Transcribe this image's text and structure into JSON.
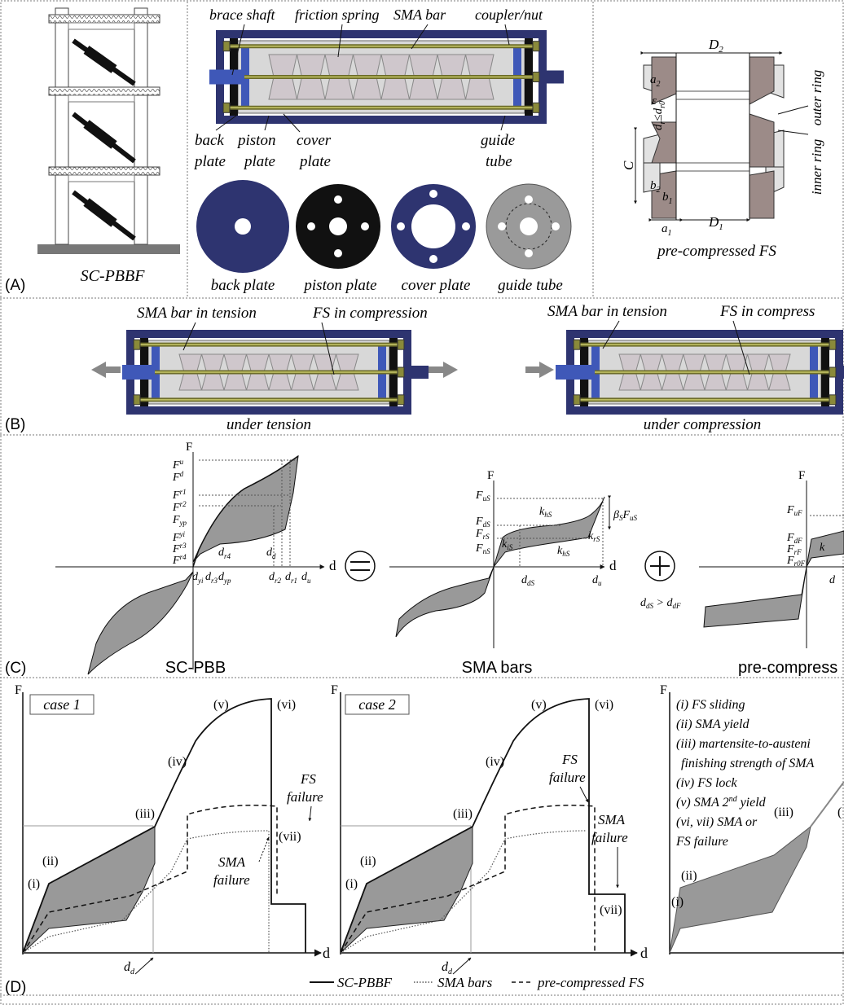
{
  "panels": {
    "A": {
      "tag": "(A)",
      "frame_caption": "SC-PBBF",
      "callouts": {
        "brace_shaft": "brace shaft",
        "friction_spring": "friction spring",
        "sma_bar": "SMA bar",
        "coupler_nut": "coupler/nut",
        "back_plate_1": "back",
        "back_plate_2": "plate",
        "piston_plate_1": "piston",
        "piston_plate_2": "plate",
        "cover_plate_1": "cover",
        "cover_plate_2": "plate",
        "guide_tube_1": "guide",
        "guide_tube_2": "tube"
      },
      "plates": [
        "back plate",
        "piston plate",
        "cover plate",
        "guide tube"
      ],
      "fs_detail": {
        "caption": "pre-compressed FS",
        "outer_ring": "outer ring",
        "inner_ring": "inner ring",
        "D2": "D",
        "D2_sub": "2",
        "D1": "D",
        "D1_sub": "1",
        "a2": "a",
        "a2_sub": "2",
        "a1": "a",
        "a1_sub": "1",
        "b2": "b",
        "b2_sub": "2",
        "b1": "b",
        "b1_sub": "1",
        "eps": "ε",
        "C": "C",
        "dr_label": "d",
        "dr_sub": "r",
        "dr0_sub": "r0",
        "leq": "≤"
      }
    },
    "B": {
      "tag": "(B)",
      "left": {
        "sma": "SMA bar in tension",
        "fs": "FS in compression",
        "caption": "under tension"
      },
      "right": {
        "sma": "SMA bar in tension",
        "fs": "FS in compress",
        "caption": "under compression"
      }
    },
    "C": {
      "tag": "(C)",
      "captions": [
        "SC-PBB",
        "SMA bars",
        "pre-compress"
      ],
      "axis_F": "F",
      "axis_d": "d",
      "condition": "d",
      "condition_sub1": "dS",
      "condition_gt": " > d",
      "condition_sub2": "dF",
      "pbb_labels": {
        "Fu": "F",
        "Fu_s": "u",
        "Fd": "F",
        "Fd_s": "d",
        "Fr1": "F",
        "Fr1_s": "r1",
        "Fr2": "F",
        "Fr2_s": "r2",
        "Fyp": "F",
        "Fyp_s": "yp",
        "Fyi": "F",
        "Fyi_s": "yi",
        "Fr3": "F",
        "Fr3_s": "r3",
        "Fr4": "F",
        "Fr4_s": "r4",
        "dyi": "d",
        "dyi_s": "yi",
        "dr3": "d",
        "dr3_s": "r3",
        "dyp": "d",
        "dyp_s": "yp",
        "dr4": "d",
        "dr4_s": "r4",
        "dd": "d",
        "dd_s": "d",
        "dr2": "d",
        "dr2_s": "r2",
        "dr1": "d",
        "dr1_s": "r1",
        "du": "d",
        "du_s": "u"
      },
      "sma_labels": {
        "FuS": "F",
        "FuS_s": "uS",
        "FdS": "F",
        "FdS_s": "dS",
        "FrS": "F",
        "FrS_s": "rS",
        "FnS": "F",
        "FnS_s": "nS",
        "khS": "k",
        "khS_s": "hS",
        "krS": "k",
        "krS_s": "rS",
        "kiS": "k",
        "kiS_s": "iS",
        "khS2": "k",
        "khS2_s": "hS",
        "ddS": "d",
        "ddS_s": "dS",
        "du": "d",
        "du_s": "u",
        "beta": "β",
        "beta_s": "S",
        "beta_F": "F",
        "beta_F_s": "uS"
      },
      "fs_labels": {
        "FuF": "F",
        "FuF_s": "uF",
        "FdF": "F",
        "FdF_s": "dF",
        "FrF": "F",
        "FrF_s": "rF",
        "Fr0F": "F",
        "Fr0F_s": "r0F",
        "k": "k",
        "dd": "d"
      }
    },
    "D": {
      "tag": "(D)",
      "axis_F": "F",
      "axis_d": "d",
      "case1": {
        "title": "case 1",
        "labels": [
          "(i)",
          "(ii)",
          "(iii)",
          "(iv)",
          "(v)",
          "(vi)",
          "(vii)"
        ],
        "fs_failure_1": "FS",
        "fs_failure_2": "failure",
        "sma_failure_1": "SMA",
        "sma_failure_2": "failure",
        "dd": "d",
        "dd_s": "d"
      },
      "case2": {
        "title": "case 2",
        "labels": [
          "(i)",
          "(ii)",
          "(iii)",
          "(iv)",
          "(v)",
          "(vi)",
          "(vii)"
        ],
        "fs_failure_1": "FS",
        "fs_failure_2": "failure",
        "sma_failure_1": "SMA",
        "sma_failure_2": "failure",
        "dd": "d",
        "dd_s": "d"
      },
      "legend_list": [
        "(i) FS sliding",
        "(ii) SMA yield",
        "(iii) martensite-to-austeni",
        "finishing strength of SMA",
        "(iv) FS lock",
        "(v) SMA 2",
        "(vi, vii) SMA or",
        "FS failure"
      ],
      "nd_sup": "nd",
      "yield_word": " yield",
      "case3_labels": [
        "(i)",
        "(ii)",
        "(iii)",
        "("
      ],
      "legend": {
        "pbbf": "SC-PBBF",
        "sma": "SMA bars",
        "fs": "pre-compressed FS"
      }
    }
  },
  "colors": {
    "navy": "#2e3470",
    "blue": "#3f58b8",
    "olive": "#6d6d2a",
    "gray": "#9a9a9a",
    "dark": "#111111",
    "ring_dark": "#9c8b88",
    "ring_light": "#e2e2e2"
  }
}
